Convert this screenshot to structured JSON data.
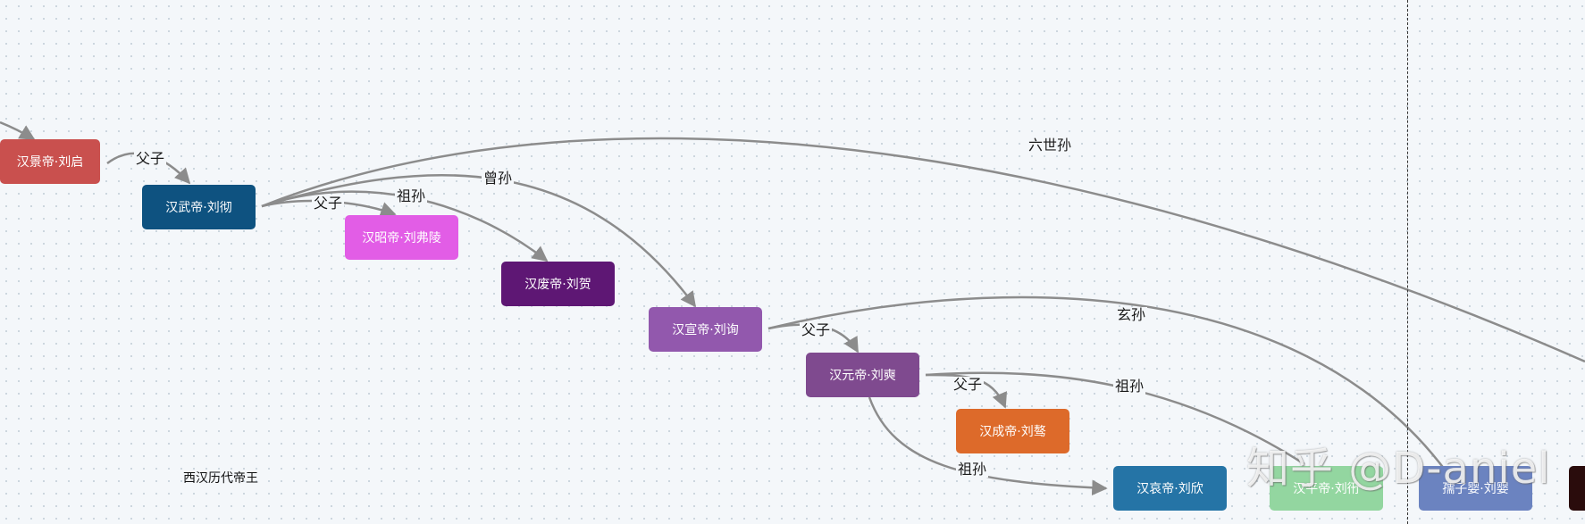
{
  "title": "西汉历代帝王",
  "watermark": "知乎 @D-aniel",
  "nodes": [
    {
      "id": "jing",
      "label": "汉景帝·刘启",
      "color": "#c9504e"
    },
    {
      "id": "wu",
      "label": "汉武帝·刘彻",
      "color": "#0e5280"
    },
    {
      "id": "zhao",
      "label": "汉昭帝·刘弗陵",
      "color": "#e25de6"
    },
    {
      "id": "fei",
      "label": "汉废帝·刘贺",
      "color": "#5e1774"
    },
    {
      "id": "xuan",
      "label": "汉宣帝·刘询",
      "color": "#9258ad"
    },
    {
      "id": "yuan",
      "label": "汉元帝·刘奭",
      "color": "#7f4a8f"
    },
    {
      "id": "cheng",
      "label": "汉成帝·刘骜",
      "color": "#dd6a2a"
    },
    {
      "id": "ai",
      "label": "汉哀帝·刘欣",
      "color": "#2574a6"
    },
    {
      "id": "ping",
      "label": "汉平帝·刘衎",
      "color": "#93d6a0"
    },
    {
      "id": "ruzi",
      "label": "孺子婴·刘婴",
      "color": "#6b83c0"
    },
    {
      "id": "next",
      "label": "",
      "color": "#2a0c0c"
    }
  ],
  "edges": [
    {
      "from": "prev",
      "to": "jing",
      "label": ""
    },
    {
      "from": "jing",
      "to": "wu",
      "label": "父子"
    },
    {
      "from": "wu",
      "to": "zhao",
      "label": "父子"
    },
    {
      "from": "wu",
      "to": "fei",
      "label": "祖孙"
    },
    {
      "from": "wu",
      "to": "xuan",
      "label": "曾孙"
    },
    {
      "from": "wu",
      "to": "next",
      "label": "六世孙"
    },
    {
      "from": "xuan",
      "to": "yuan",
      "label": "父子"
    },
    {
      "from": "xuan",
      "to": "ruzi",
      "label": "玄孙"
    },
    {
      "from": "yuan",
      "to": "cheng",
      "label": "父子"
    },
    {
      "from": "yuan",
      "to": "ping",
      "label": "祖孙"
    },
    {
      "from": "yuan",
      "to": "ai",
      "label": "祖孙"
    }
  ],
  "colors": {
    "edge": "#8c8c8c",
    "background": "#f4f7fa",
    "divider": "#333333"
  }
}
